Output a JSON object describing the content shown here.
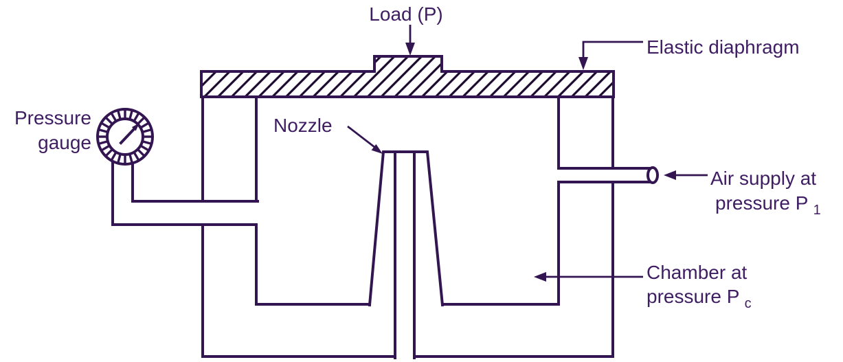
{
  "diagram": {
    "type": "engineering-schematic",
    "subject": "Pneumatic load cell with elastic diaphragm",
    "labels": {
      "load": "Load (P)",
      "elastic_diaphragm": "Elastic diaphragm",
      "pressure_gauge": [
        "Pressure",
        "gauge"
      ],
      "nozzle": "Nozzle",
      "air_supply": {
        "line1": "Air supply at",
        "line2_main": "pressure P",
        "line2_sub": "1"
      },
      "chamber": {
        "line1": "Chamber at",
        "line2_main": "pressure P",
        "line2_sub": "c"
      }
    },
    "colors": {
      "line": "#331551",
      "text": "#3f1d63",
      "hatch": "#1c0a2e",
      "background": "#ffffff"
    }
  }
}
